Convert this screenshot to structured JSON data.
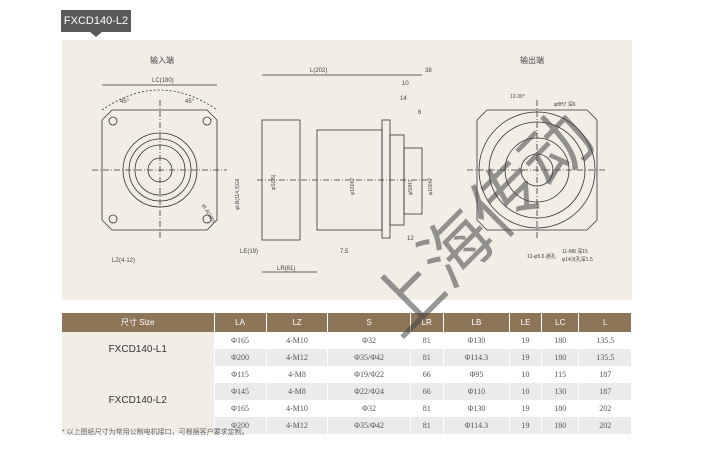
{
  "title": "FXCD140-L2",
  "drawing": {
    "input_label": "输入端",
    "output_label": "输出端",
    "lc": "LC(180)",
    "angle1": "45°",
    "angle2": "45°",
    "la": "φLA(200)",
    "lz": "LZ(4-12)",
    "l": "L(202)",
    "d38": "38",
    "d10": "10",
    "d14": "14",
    "d6": "6",
    "d12": "12",
    "d75": "7.5",
    "lb": "φLB(114.3)G6",
    "s": "φS(35)",
    "d160": "φ160h7",
    "d50": "φ50H7",
    "d100": "φ100h7",
    "le": "LE(19)",
    "lr": "LR(81)",
    "pitch": "12-30°",
    "pin": "φ8H7 深6",
    "holes": "12-φ5.6 通孔",
    "tap": "11-M8 深15",
    "cbore": "φ14沉孔深1.5"
  },
  "table": {
    "headers": [
      "尺寸 Size",
      "LA",
      "LZ",
      "S",
      "LR",
      "LB",
      "LE",
      "LC",
      "L"
    ],
    "groups": [
      {
        "model": "FXCD140-L1",
        "rows": [
          [
            "Φ165",
            "4-M10",
            "Φ32",
            "81",
            "Φ130",
            "19",
            "180",
            "135.5"
          ],
          [
            "Φ200",
            "4-M12",
            "Φ35/Φ42",
            "81",
            "Φ114.3",
            "19",
            "180",
            "135.5"
          ]
        ]
      },
      {
        "model": "FXCD140-L2",
        "rows": [
          [
            "Φ115",
            "4-M8",
            "Φ19/Φ22",
            "66",
            "Φ95",
            "10",
            "115",
            "187"
          ],
          [
            "Φ145",
            "4-M8",
            "Φ22/Φ24",
            "66",
            "Φ110",
            "10",
            "130",
            "187"
          ],
          [
            "Φ165",
            "4-M10",
            "Φ32",
            "81",
            "Φ130",
            "19",
            "180",
            "202"
          ],
          [
            "Φ200",
            "4-M12",
            "Φ35/Φ42",
            "81",
            "Φ114.3",
            "19",
            "180",
            "202"
          ]
        ]
      }
    ]
  },
  "footnote": "* 以上图纸尺寸为常用公制电机接口，可根据客户要求定制。",
  "watermark": "上海传动"
}
